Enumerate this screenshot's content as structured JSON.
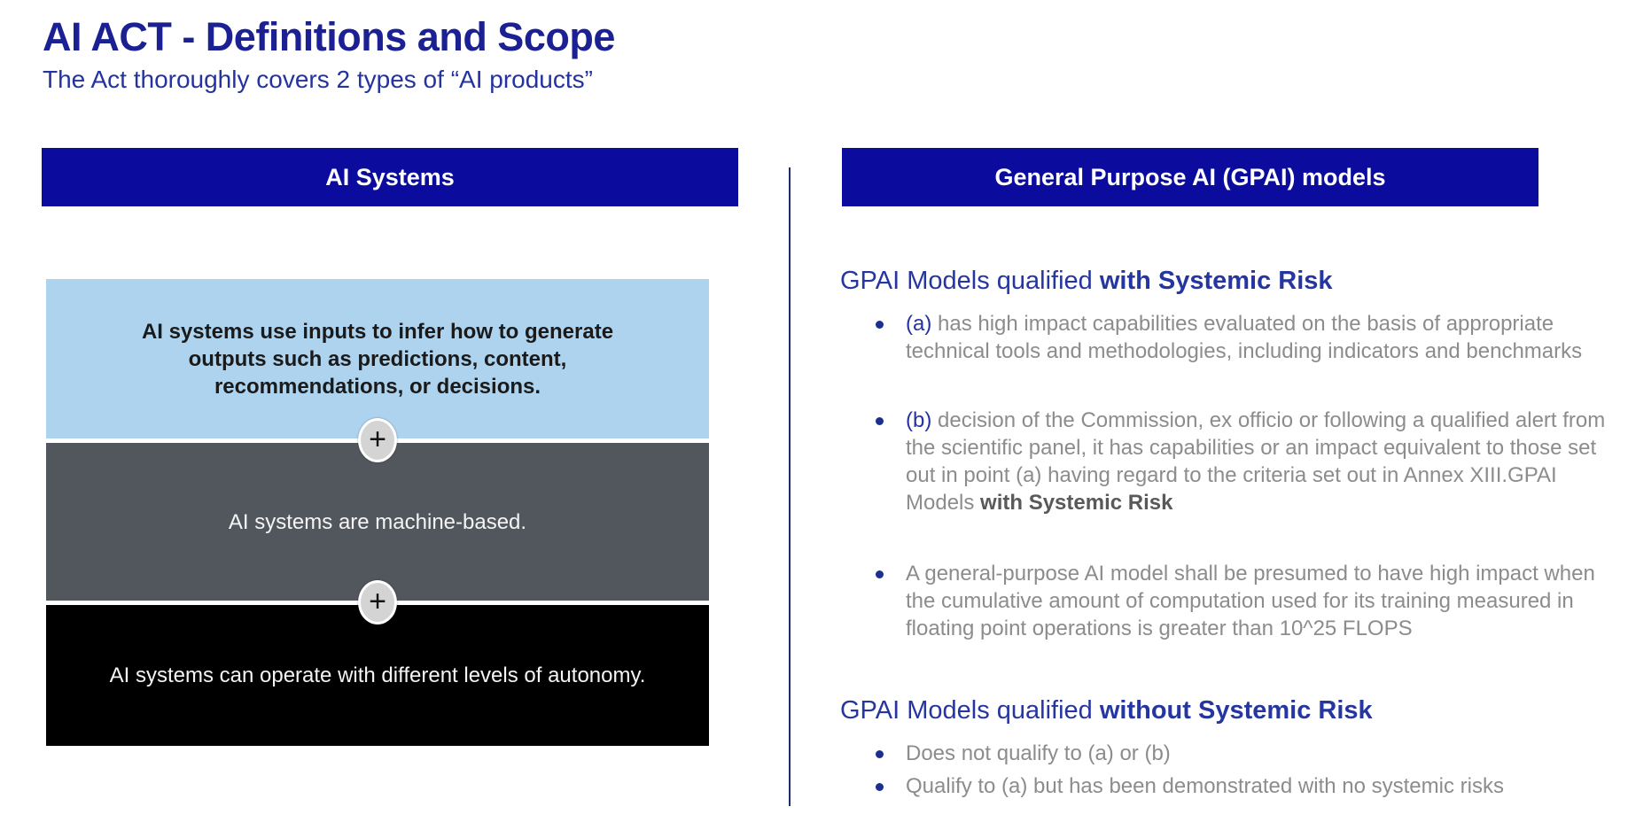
{
  "page": {
    "title": "AI ACT - Definitions and Scope",
    "subtitle": "The Act thoroughly covers 2 types of “AI products”"
  },
  "left_panel": {
    "header": "AI Systems",
    "boxes": [
      {
        "name": "inference",
        "text": "AI systems use inputs to infer how to generate outputs such as predictions, content, recommendations, or decisions."
      },
      {
        "name": "machine-based",
        "text": "AI systems are machine-based."
      },
      {
        "name": "autonomy",
        "text": "AI systems can operate with different levels of autonomy."
      }
    ],
    "plus_icon": "+"
  },
  "right_panel": {
    "header": "General Purpose AI (GPAI) models",
    "sections": [
      {
        "heading_regular": "GPAI Models qualified ",
        "heading_bold": "with Systemic Risk",
        "bullets": [
          {
            "prefix": "(a)",
            "text": " has high impact capabilities evaluated on the basis of appropriate technical tools and methodologies, including indicators and benchmarks",
            "suffix_bold": ""
          },
          {
            "prefix": "(b)",
            "text": " decision of the Commission, ex officio or following a qualified alert from the scientific panel, it has capabilities or an impact equivalent to those set out in point (a) having regard to the criteria set out in Annex XIII.GPAI Models ",
            "suffix_bold": "with Systemic Risk"
          },
          {
            "prefix": "",
            "text": "A general-purpose AI model shall be presumed to have high impact when the cumulative amount of computation used for its training measured in floating point operations is greater than 10^25 FLOPS",
            "suffix_bold": ""
          }
        ]
      },
      {
        "heading_regular": "GPAI Models qualified ",
        "heading_bold": "without Systemic Risk",
        "bullets": [
          {
            "prefix": "",
            "text": "Does not qualify to (a) or (b)",
            "suffix_bold": ""
          },
          {
            "prefix": "",
            "text": "Qualify to (a) but has been demonstrated with no systemic risks",
            "suffix_bold": ""
          }
        ]
      }
    ]
  },
  "colors": {
    "bar_blue": "#0b0b9e",
    "title_navy": "#1b2193",
    "heading_blue": "#2636a0",
    "body_gray": "#8c8c8c",
    "bullet_navy": "#1b2f8f",
    "divider_navy": "#1e2d6b",
    "box_light_blue": "#aed3ee",
    "box_gray": "#51575d",
    "box_black": "#000000",
    "plus_circle_gray": "#d4d4d4"
  }
}
